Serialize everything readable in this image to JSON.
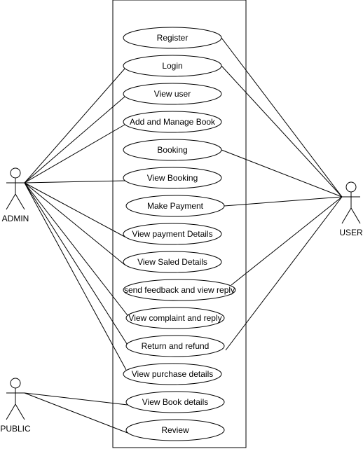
{
  "actors": [
    {
      "id": "admin",
      "label": "ADMIN"
    },
    {
      "id": "user",
      "label": "USER"
    },
    {
      "id": "public",
      "label": "PUBLIC"
    }
  ],
  "use_cases": [
    {
      "id": "register",
      "label": "Register"
    },
    {
      "id": "login",
      "label": "Login"
    },
    {
      "id": "view_user",
      "label": "View user"
    },
    {
      "id": "add_manage_book",
      "label": "Add and Manage Book"
    },
    {
      "id": "booking",
      "label": "Booking"
    },
    {
      "id": "view_booking",
      "label": "View Booking"
    },
    {
      "id": "make_payment",
      "label": "Make Payment"
    },
    {
      "id": "view_payment_details",
      "label": "View payment Details"
    },
    {
      "id": "view_saled_details",
      "label": "View Saled Details"
    },
    {
      "id": "send_feedback",
      "label": "send feedback and view reply"
    },
    {
      "id": "view_complaint",
      "label": "View complaint and reply"
    },
    {
      "id": "return_refund",
      "label": "Return and refund"
    },
    {
      "id": "view_purchase",
      "label": "View purchase details"
    },
    {
      "id": "view_book_details",
      "label": "View Book details"
    },
    {
      "id": "review",
      "label": "Review"
    }
  ],
  "associations": [
    {
      "actor": "admin",
      "use_case": "login"
    },
    {
      "actor": "admin",
      "use_case": "view_user"
    },
    {
      "actor": "admin",
      "use_case": "add_manage_book"
    },
    {
      "actor": "admin",
      "use_case": "view_booking"
    },
    {
      "actor": "admin",
      "use_case": "view_payment_details"
    },
    {
      "actor": "admin",
      "use_case": "view_saled_details"
    },
    {
      "actor": "admin",
      "use_case": "view_complaint"
    },
    {
      "actor": "admin",
      "use_case": "return_refund"
    },
    {
      "actor": "admin",
      "use_case": "view_purchase"
    },
    {
      "actor": "user",
      "use_case": "register"
    },
    {
      "actor": "user",
      "use_case": "login"
    },
    {
      "actor": "user",
      "use_case": "booking"
    },
    {
      "actor": "user",
      "use_case": "make_payment"
    },
    {
      "actor": "user",
      "use_case": "send_feedback"
    },
    {
      "actor": "user",
      "use_case": "return_refund"
    },
    {
      "actor": "public",
      "use_case": "view_book_details"
    },
    {
      "actor": "public",
      "use_case": "review"
    }
  ]
}
